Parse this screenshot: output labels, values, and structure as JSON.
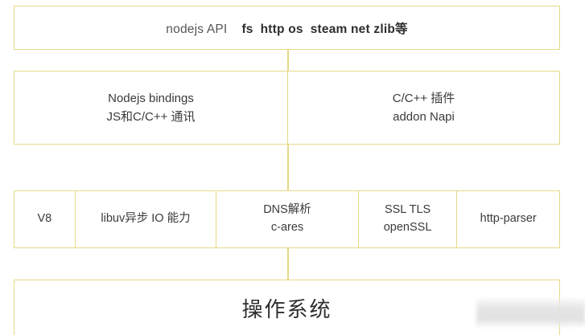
{
  "diagram": {
    "title": "Node.js architecture layers",
    "border_color": "#e6d887",
    "text_color": "#3b3b3b",
    "background": "#ffffff"
  },
  "rows": [
    {
      "id": "row1",
      "name": "nodejs-api-layer",
      "cells": [
        {
          "api_label": "nodejs API",
          "api_gap": "    ",
          "api_modules": "fs  http os  steam net zlib等"
        }
      ]
    },
    {
      "id": "row2",
      "name": "bindings-layer",
      "cells": [
        {
          "line1": "Nodejs bindings",
          "line2": "JS和C/C++ 通讯"
        },
        {
          "line1": "C/C++ 插件",
          "line2": "addon  Napi"
        }
      ]
    },
    {
      "id": "row3",
      "name": "dependencies-layer",
      "cells": [
        {
          "line1": "V8",
          "line2": ""
        },
        {
          "line1": "libuv异步 IO 能力",
          "line2": ""
        },
        {
          "line1": "DNS解析",
          "line2": "c-ares"
        },
        {
          "line1": "SSL TLS",
          "line2": "openSSL"
        },
        {
          "line1": "http-parser",
          "line2": ""
        }
      ]
    },
    {
      "id": "row4",
      "name": "operating-system-layer",
      "cells": [
        {
          "line1": "操作系统"
        }
      ]
    }
  ]
}
